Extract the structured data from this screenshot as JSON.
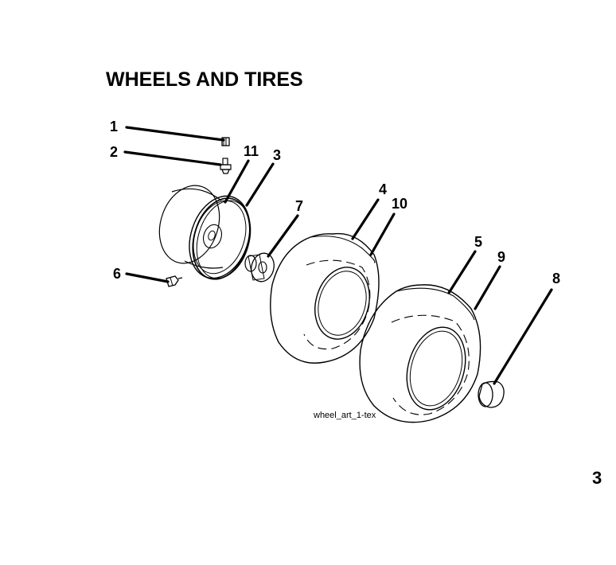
{
  "title": "WHEELS AND TIRES",
  "caption": "wheel_art_1-tex",
  "page_number": "3",
  "callouts": [
    "1",
    "2",
    "11",
    "3",
    "7",
    "4",
    "10",
    "5",
    "9",
    "8",
    "6"
  ]
}
